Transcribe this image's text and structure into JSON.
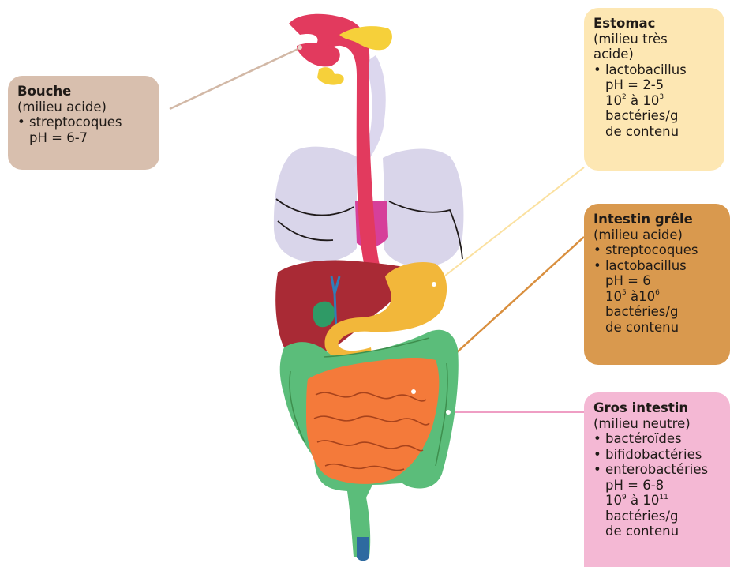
{
  "boxes": {
    "bouche": {
      "title": "Bouche",
      "milieu": "(milieu acide)",
      "bacteria": [
        "• streptocoques"
      ],
      "ph": "pH = 6-7",
      "color": "#d8bfae"
    },
    "estomac": {
      "title": "Estomac",
      "milieu_1": "(milieu très",
      "milieu_2": "acide)",
      "bacteria": [
        "• lactobacillus"
      ],
      "ph": "pH = 2-5",
      "count_base_1": "10",
      "count_exp_1": "2",
      "count_sep": " à ",
      "count_base_2": "10",
      "count_exp_2": "3",
      "unit_1": "bactéries/g",
      "unit_2": "de contenu",
      "color": "#fde7b3"
    },
    "grele": {
      "title": "Intestin grêle",
      "milieu": "(milieu acide)",
      "bacteria": [
        "• streptocoques",
        "• lactobacillus"
      ],
      "ph": "pH = 6",
      "count_base_1": "10",
      "count_exp_1": "5",
      "count_sep": " à",
      "count_base_2": "10",
      "count_exp_2": "6",
      "unit_1": "bactéries/g",
      "unit_2": "de contenu",
      "color": "#d9994e"
    },
    "gros": {
      "title": "Gros intestin",
      "milieu": "(milieu neutre)",
      "bacteria": [
        "• bactéroïdes",
        "• bifidobactéries",
        "• enterobactéries"
      ],
      "ph": "pH = 6-8",
      "count_base_1": "10",
      "count_exp_1": "9",
      "count_sep": " à ",
      "count_base_2": "10",
      "count_exp_2": "11",
      "unit_1": "bactéries/g",
      "unit_2": "de contenu",
      "color": "#f4b8d4"
    }
  },
  "organ_colors": {
    "esophagus": "#e23a5e",
    "trachea": "#dcd7ee",
    "lungs": "#d9d5ea",
    "heart": "#d63f9a",
    "liver": "#a92a35",
    "gallbladder": "#2f9a66",
    "stomach": "#f2b73a",
    "colon": "#5bbd7a",
    "small_intestine": "#f47a3a",
    "salivary_glands": "#f6d03a",
    "rectum": "#2e6aa0"
  },
  "connector_colors": {
    "bouche": "#d2b8a6",
    "estomac": "#fbe1a0",
    "grele": "#d98f3e",
    "gros": "#ef9ec4"
  }
}
